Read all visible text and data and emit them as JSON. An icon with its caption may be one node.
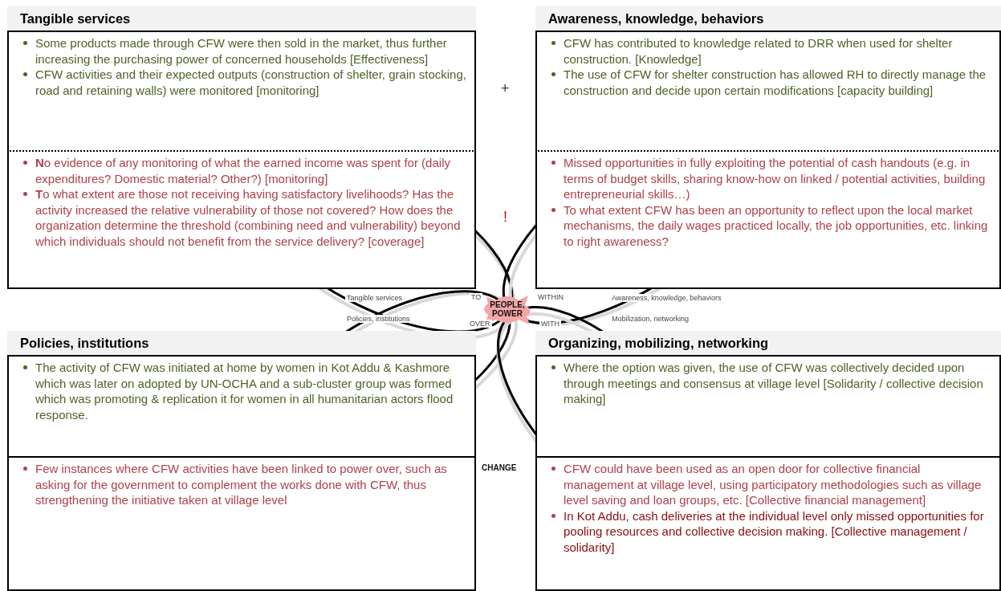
{
  "diagram": {
    "nodes": [
      {
        "text": [
          "Tangible services"
        ]
      },
      {
        "text": [
          "Some products made through CFW were then sold in the market, thus further increasing the purchasing power of concerned households [Effectiveness]",
          "CFW activities and their expected outputs (construction of shelter, grain stocking, road and retaining walls) were monitored [monitoring]"
        ],
        "in": 0
      },
      {
        "text": [
          "**N**o evidence of any monitoring of what the earned income was spent for (daily expenditures? Domestic material? Other?) [monitoring]",
          "**T**o what extent are those not receiving having satisfactory livelihoods? Has the activity increased the relative vulnerability of those not covered? How does the organization determine the threshold (combining need and vulnerability) beyond which individuals should not benefit from the service delivery? [coverage]"
        ],
        "in": 0
      },
      {
        "text": [
          "Awareness, knowledge, behaviors"
        ]
      },
      {
        "text": [
          "CFW has contributed to knowledge related to DRR when used for shelter construction. [Knowledge]",
          "The use of CFW for shelter construction has allowed RH to directly manage the construction and decide upon certain modifications [capacity building]"
        ],
        "in": 3
      },
      {
        "text": [
          "Missed opportunities in fully exploiting the potential of cash handouts (e.g. in terms of budget skills, sharing know-how on linked / potential activities, building entrepreneurial skills…)",
          "To what extent CFW has been an opportunity to reflect upon the local market mechanisms, the daily wages practiced locally, the job opportunities, etc. linking to right awareness?"
        ],
        "in": 3
      },
      {
        "text": [
          "Policies, institutions"
        ]
      },
      {
        "text": [
          "The activity of CFW was initiated at home by women in Kot Addu & Kashmore which was later on adopted by UN-OCHA and a sub-cluster group was formed which was promoting & replication it for women in all humanitarian actors flood response."
        ],
        "in": 6
      },
      {
        "text": [
          "Few instances where CFW activities have been linked to power over, such as asking for the government to complement the works done with CFW, thus strengthening the initiative taken at village level"
        ],
        "in": 6
      },
      {
        "text": [
          "Organizing, mobilizing, networking"
        ]
      },
      {
        "text": [
          "Where the option was given, the use of CFW was collectively decided upon through meetings and consensus at village level [Solidarity / collective decision making]"
        ],
        "in": 9
      },
      {
        "text": [
          "CFW could have been used as an open door for collective financial management at village level, using participatory methodologies such as village level saving and loan groups, etc. [Collective financial management]",
          "In Kot Addu, cash deliveries at the individual level only missed opportunities for pooling resources and collective decision making. [Collective management / solidarity]"
        ],
        "in": 9
      },
      {
        "text": [
          "PEOPLE, POWER"
        ]
      }
    ],
    "labels": [
      "+",
      "!",
      "Tangible services",
      "Awareness, knowledge, behaviors",
      "TO",
      "WITHIN",
      "OVER",
      "WITH",
      "Policies, institutions",
      "Mobilization, networking",
      "CHANGE"
    ]
  }
}
